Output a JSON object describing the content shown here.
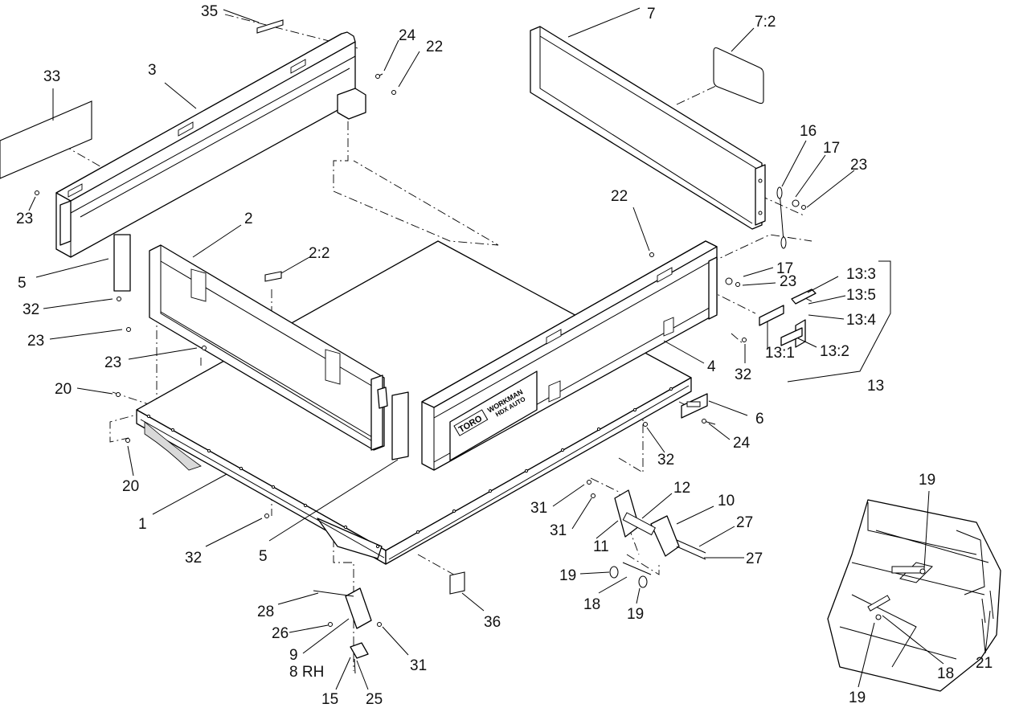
{
  "brand_panel": {
    "logo": "TORO",
    "model_line1": "WORKMAN",
    "model_line2": "HDX AUTO"
  },
  "callouts": [
    "35",
    "24",
    "22",
    "3",
    "33",
    "23",
    "7",
    "7:2",
    "16",
    "17",
    "23",
    "22",
    "2",
    "2:2",
    "5",
    "32",
    "23",
    "23",
    "20",
    "20",
    "1",
    "32",
    "5",
    "17",
    "23",
    "13:3",
    "13:5",
    "13:4",
    "13:1",
    "13:2",
    "13",
    "32",
    "4",
    "6",
    "24",
    "32",
    "12",
    "10",
    "31",
    "31",
    "11",
    "27",
    "27",
    "19",
    "18",
    "19",
    "36",
    "28",
    "26",
    "9",
    "8 RH",
    "31",
    "15",
    "25",
    "19",
    "18",
    "19",
    "21"
  ]
}
